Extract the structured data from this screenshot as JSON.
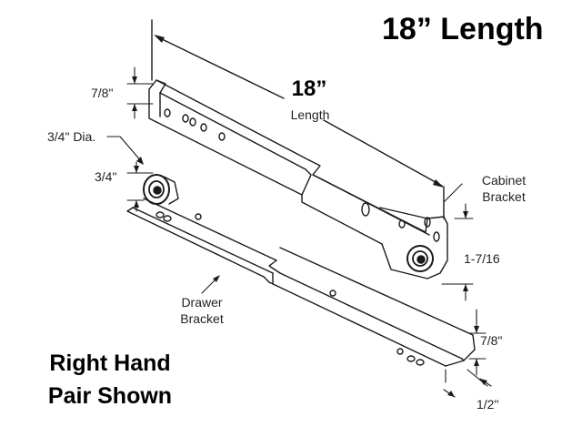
{
  "header": {
    "title": "18” Length"
  },
  "dimensions": {
    "length_value": "18”",
    "length_word": "Length",
    "top_gap": "7/8\"",
    "wheel_diameter": "3/4\" Dia.",
    "wheel_height": "3/4\"",
    "cabinet_height": "1-7/16",
    "drawer_flange": "7/8\"",
    "drawer_width": "1/2\""
  },
  "parts": {
    "cabinet_line1": "Cabinet",
    "cabinet_line2": "Bracket",
    "drawer_line1": "Drawer",
    "drawer_line2": "Bracket"
  },
  "note": {
    "line1": "Right Hand",
    "line2": "Pair Shown"
  }
}
